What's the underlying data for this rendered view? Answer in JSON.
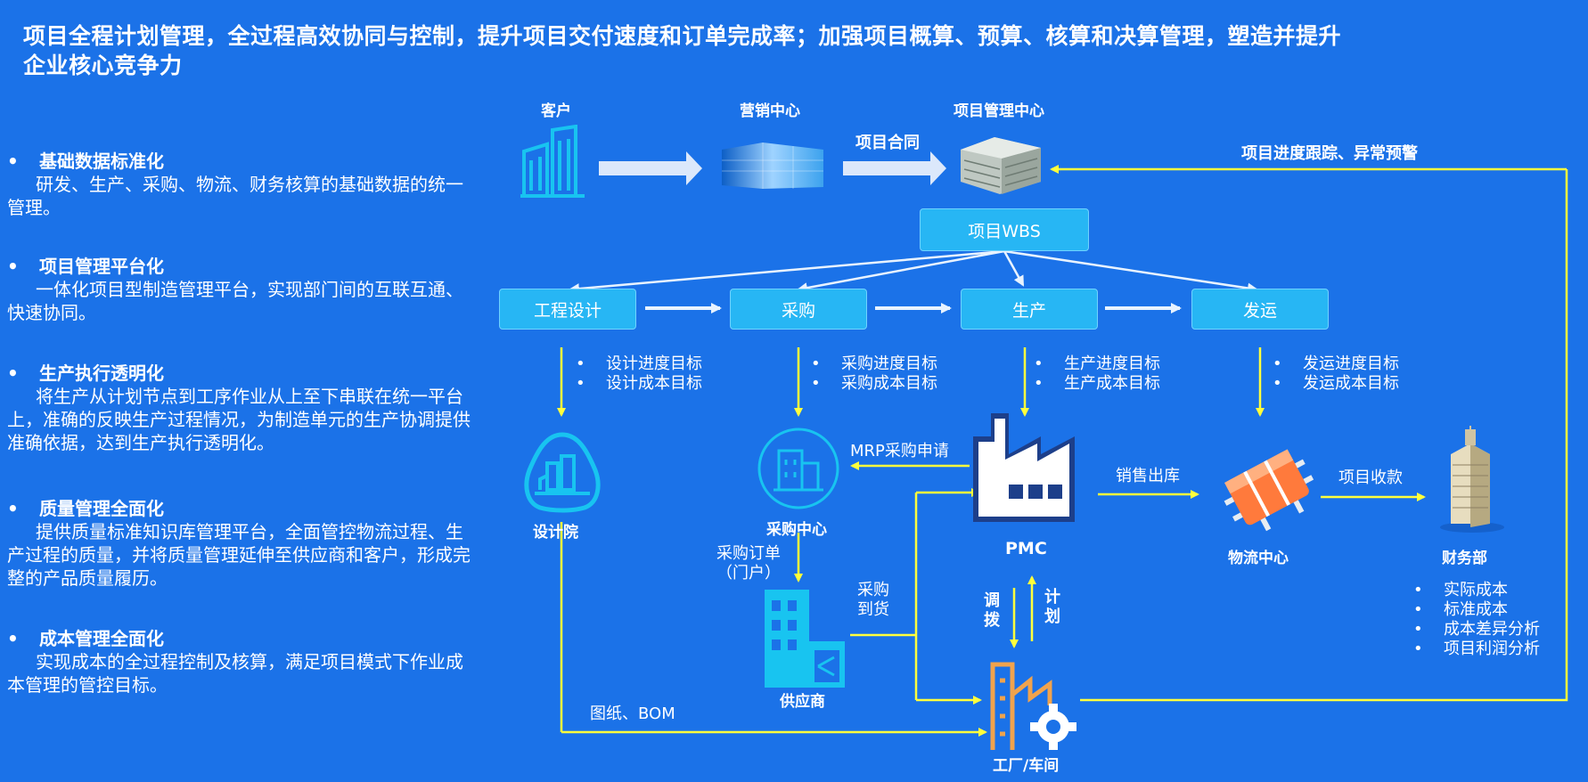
{
  "title": "项目全程计划管理，全过程高效协同与控制，提升项目交付速度和订单完成率；加强项目概算、预算、核算和决算管理，塑造并提升企业核心竞争力",
  "left_items": [
    {
      "head": "基础数据标准化",
      "body": "研发、生产、采购、物流、财务核算的基础数据的统一管理。"
    },
    {
      "head": "项目管理平台化",
      "body": "一体化项目型制造管理平台，实现部门间的互联互通、快速协同。"
    },
    {
      "head": "生产执行透明化",
      "body": "将生产从计划节点到工序作业从上至下串联在统一平台上，准确的反映生产过程情况，为制造单元的生产协调提供准确依据，达到生产执行透明化。"
    },
    {
      "head": "质量管理全面化",
      "body": "提供质量标准知识库管理平台，全面管控物流过程、生产过程的质量，并将质量管理延伸至供应商和客户，形成完整的产品质量履历。"
    },
    {
      "head": "成本管理全面化",
      "body": "实现成本的全过程控制及核算，满足项目模式下作业成本管理的管控目标。"
    }
  ],
  "nodes": {
    "customer": "客户",
    "marketing": "营销中心",
    "pm_center": "项目管理中心",
    "design_institute": "设计院",
    "procurement_center": "采购中心",
    "pmc": "PMC",
    "logistics": "物流中心",
    "finance": "财务部",
    "supplier": "供应商",
    "factory": "工厂/车间"
  },
  "boxes": {
    "wbs": "项目WBS",
    "engineering": "工程设计",
    "purchase": "采购",
    "production": "生产",
    "shipping": "发运"
  },
  "edge_labels": {
    "contract": "项目合同",
    "tracking": "项目进度跟踪、异常预警",
    "mrp": "MRP采购申请",
    "sales_out": "销售出库",
    "collection": "项目收款",
    "po_line1": "采购订单",
    "po_line2": "（门户）",
    "arrival_line1": "采购",
    "arrival_line2": "到货",
    "allocate_line1": "调",
    "allocate_line2": "拨",
    "plan_line1": "计",
    "plan_line2": "划",
    "drawings": "图纸、BOM"
  },
  "targets": {
    "design": [
      "设计进度目标",
      "设计成本目标"
    ],
    "purchase": [
      "采购进度目标",
      "采购成本目标"
    ],
    "production": [
      "生产进度目标",
      "生产成本目标"
    ],
    "shipping": [
      "发运进度目标",
      "发运成本目标"
    ]
  },
  "finance_list": [
    "实际成本",
    "标准成本",
    "成本差异分析",
    "项目利润分析"
  ],
  "colors": {
    "background": "#1b72e8",
    "box_fill": "#27b6f4",
    "flow_arrow": "#ffff3c",
    "white_arrow": "#dfeefd",
    "icon_cyan": "#18c4f0"
  }
}
